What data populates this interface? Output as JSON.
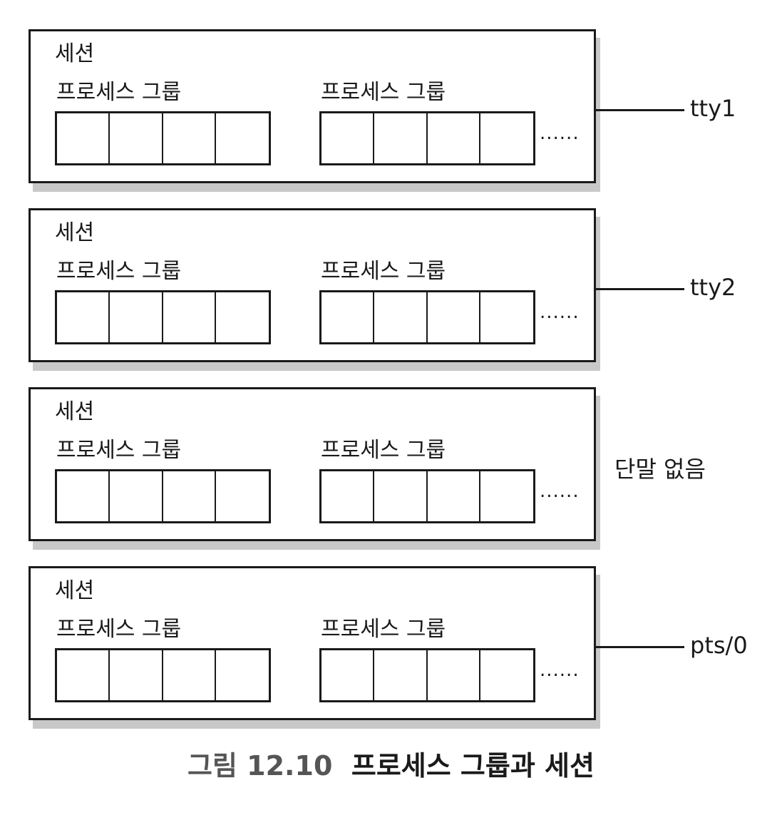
{
  "sessions": [
    {
      "label": "세션",
      "groups": [
        {
          "label": "프로세스 그룹",
          "process_count": 4
        },
        {
          "label": "프로세스 그룹",
          "process_count": 4
        }
      ],
      "more": "......",
      "terminal": "tty1",
      "has_terminal": true
    },
    {
      "label": "세션",
      "groups": [
        {
          "label": "프로세스 그룹",
          "process_count": 4
        },
        {
          "label": "프로세스 그룹",
          "process_count": 4
        }
      ],
      "more": "......",
      "terminal": "tty2",
      "has_terminal": true
    },
    {
      "label": "세션",
      "groups": [
        {
          "label": "프로세스 그룹",
          "process_count": 4
        },
        {
          "label": "프로세스 그룹",
          "process_count": 4
        }
      ],
      "more": "......",
      "terminal": "단말 없음",
      "has_terminal": false
    },
    {
      "label": "세션",
      "groups": [
        {
          "label": "프로세스 그룹",
          "process_count": 4
        },
        {
          "label": "프로세스 그룹",
          "process_count": 4
        }
      ],
      "more": "......",
      "terminal": "pts/0",
      "has_terminal": true
    }
  ],
  "caption": {
    "figure_number": "그림 12.10",
    "title": "프로세스 그룹과 세션"
  },
  "colors": {
    "stroke": "#1a1a1a",
    "shadow": "#c8c8c8",
    "caption_number": "#555555"
  }
}
